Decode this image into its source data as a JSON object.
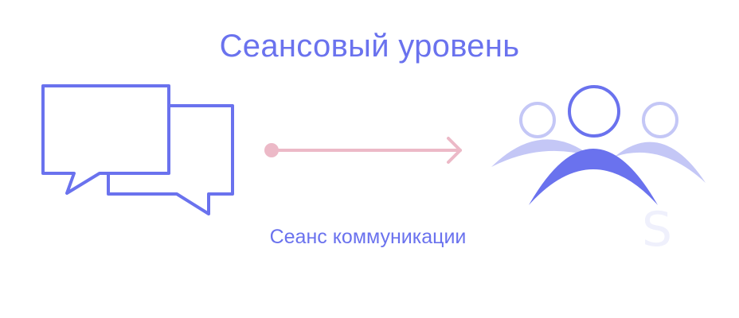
{
  "diagram": {
    "title": "Сеансовый уровень",
    "caption": "Сеанс коммуникации",
    "watermark_letter": "S",
    "icons": {
      "left": "chat-bubbles-icon",
      "right": "user-group-icon"
    },
    "colors": {
      "primary": "#6a72ee",
      "primary_light": "#c4c7f6",
      "primary_faint": "#eff0fc",
      "arrow": "#ecb9c7",
      "background": "#ffffff"
    }
  }
}
